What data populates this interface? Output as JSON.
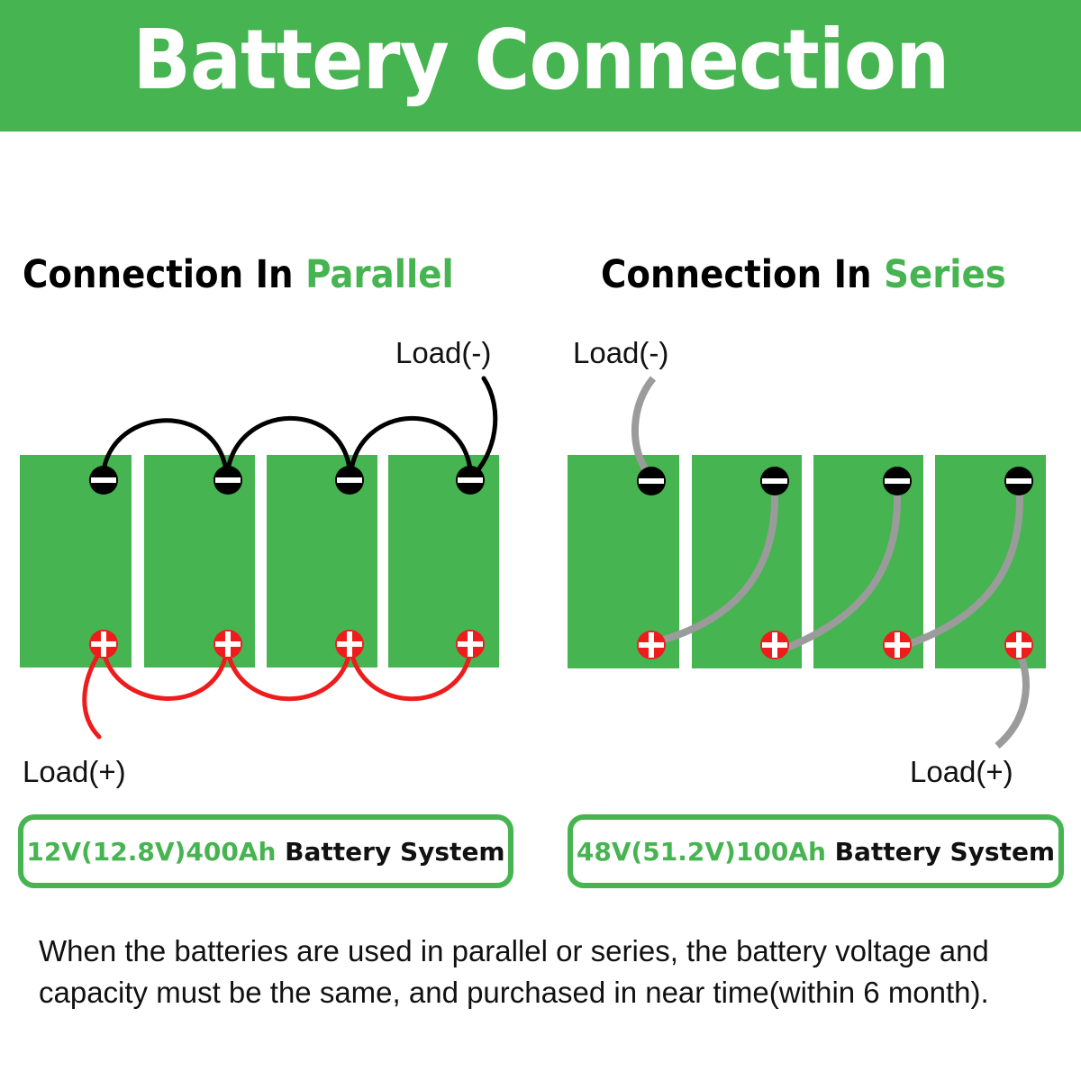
{
  "banner": {
    "title": "Battery Connection"
  },
  "colors": {
    "brand_green": "#46b450",
    "negative_terminal": "#000000",
    "positive_terminal": "#ee1c1c",
    "parallel_negative_wire": "#000000",
    "parallel_positive_wire": "#ee1c1c",
    "series_wire": "#9b9b9b"
  },
  "parallel": {
    "title_prefix": "Connection In ",
    "title_accent": "Parallel",
    "battery_count": 4,
    "load_negative_label": "Load(-)",
    "load_positive_label": "Load(+)",
    "system_spec": "12V(12.8V)400Ah",
    "system_name": " Battery System"
  },
  "series": {
    "title_prefix": "Connection In ",
    "title_accent": "Series",
    "battery_count": 4,
    "load_negative_label": "Load(-)",
    "load_positive_label": "Load(+)",
    "system_spec": "48V(51.2V)100Ah",
    "system_name": " Battery System"
  },
  "terminals": {
    "negative_icon": "minus-terminal-icon",
    "positive_icon": "plus-terminal-icon"
  },
  "note": "When the batteries are used in parallel or series, the battery voltage and capacity must be the same, and purchased in near time(within 6 month)."
}
